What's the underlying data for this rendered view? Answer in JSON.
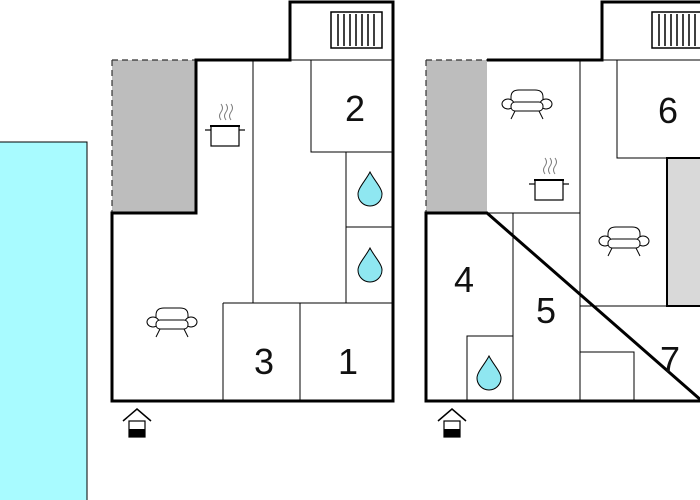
{
  "colors": {
    "pool": "#a8fbff",
    "terrace": "#bdbdbd",
    "drop": "#8fe7f1",
    "wall": "#000000",
    "floor": "#ffffff"
  },
  "plans": [
    {
      "rooms": [
        {
          "id": "2",
          "label": "2"
        },
        {
          "id": "3",
          "label": "3"
        },
        {
          "id": "1",
          "label": "1"
        }
      ],
      "icons": [
        "stove-icon",
        "water-drop-icon",
        "water-drop-icon",
        "sofa-icon",
        "entrance-icon",
        "balcony-icon"
      ]
    },
    {
      "rooms": [
        {
          "id": "6",
          "label": "6"
        },
        {
          "id": "4",
          "label": "4"
        },
        {
          "id": "5",
          "label": "5"
        },
        {
          "id": "7",
          "label": "7"
        }
      ],
      "icons": [
        "sofa-icon",
        "stove-icon",
        "sofa-icon",
        "water-drop-icon",
        "entrance-icon",
        "balcony-icon"
      ]
    }
  ]
}
